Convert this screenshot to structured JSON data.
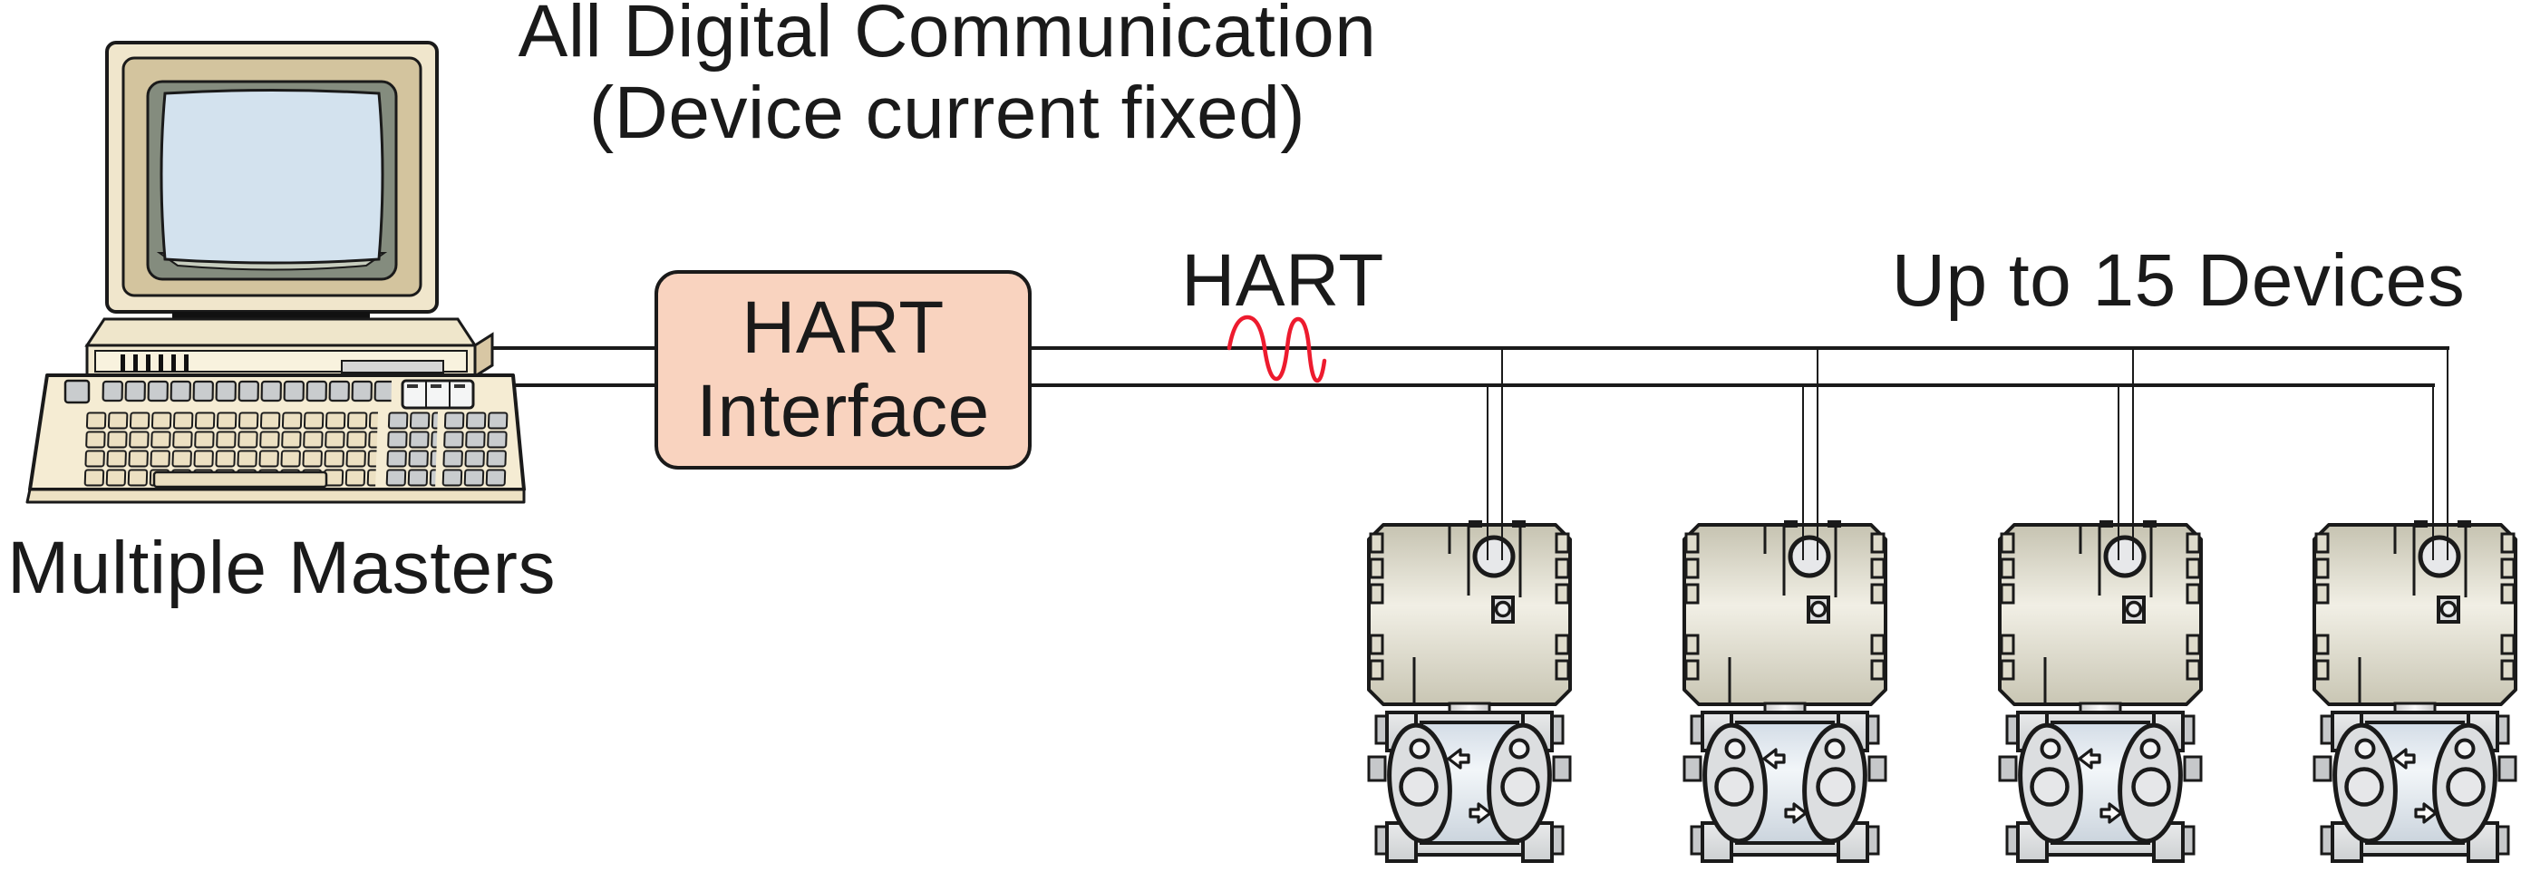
{
  "title": {
    "line1": "All Digital Communication",
    "line2": "(Device current fixed)"
  },
  "computer": {
    "caption": "Multiple Masters",
    "type": "desktop-computer-with-keyboard"
  },
  "interface_box": {
    "line1": "HART",
    "line2": "Interface"
  },
  "bus": {
    "protocol_label": "HART",
    "wire_count": 2
  },
  "devices": {
    "caption": "Up to 15 Devices",
    "count_shown": 4,
    "type": "pressure-transmitter"
  },
  "colors": {
    "outline": "#1a1a1a",
    "hart_wave": "#ED1B2E",
    "interface_box_fill": "#F9D3BF",
    "monitor_screen": "#D3E2EE",
    "monitor_frame": "#848C7E",
    "case_cream": "#F2E9D0",
    "case_tan": "#D8C7A4",
    "device_housing": "#E9E6D8",
    "device_module": "#D5D7D9"
  }
}
